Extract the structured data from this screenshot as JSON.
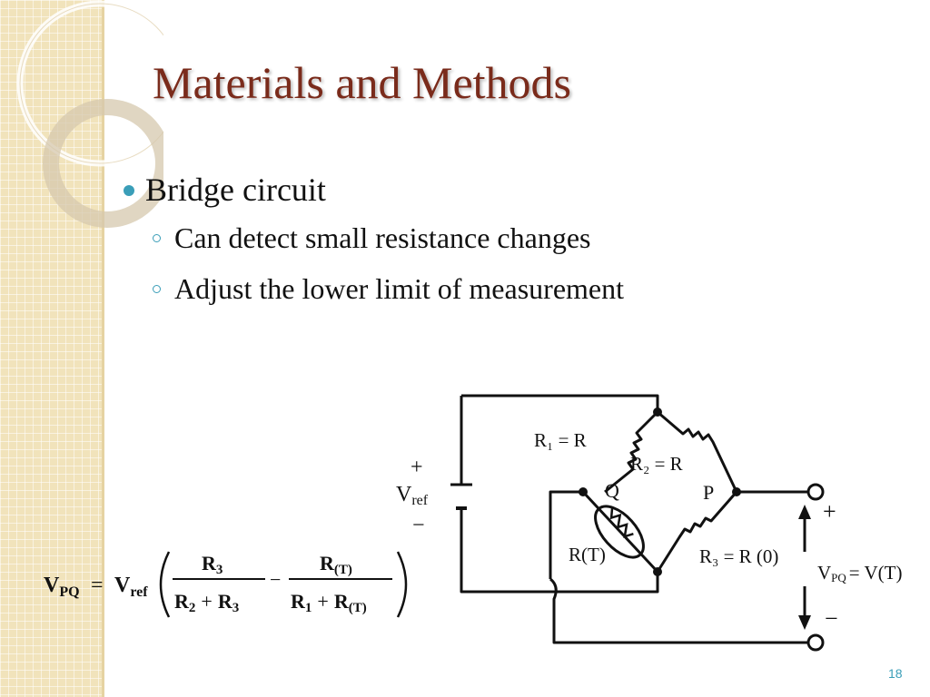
{
  "slide": {
    "title": "Materials and Methods",
    "bullets": [
      {
        "text": "Bridge circuit",
        "sub": [
          "Can detect small resistance changes",
          "Adjust the lower limit of measurement"
        ]
      }
    ],
    "page_number": "18"
  },
  "circuit": {
    "plus_ref": "+",
    "vref_main": "V",
    "vref_sub": "ref",
    "minus_ref": "−",
    "r1_label": "R₁ = R",
    "r2_label": "R₂ = R",
    "r3_label": "R₃ = R (0)",
    "rt_label": "R(T)",
    "node_q": "Q",
    "node_p": "P",
    "out_plus": "+",
    "out_minus": "−",
    "vpq_main": "V",
    "vpq_sub": "PQ",
    "vpq_rhs": "= V(T)"
  },
  "formula": {
    "lhs_main": "V",
    "lhs_sub": "PQ",
    "equals": "=",
    "vref_main": "V",
    "vref_sub": "ref",
    "frac1_num_main": "R",
    "frac1_num_sub": "3",
    "frac1_den_a_main": "R",
    "frac1_den_a_sub": "2",
    "frac1_den_plus": "+",
    "frac1_den_b_main": "R",
    "frac1_den_b_sub": "3",
    "minus": "−",
    "frac2_num_main": "R",
    "frac2_num_sub": "(T)",
    "frac2_den_a_main": "R",
    "frac2_den_a_sub": "1",
    "frac2_den_plus": "+",
    "frac2_den_b_main": "R",
    "frac2_den_b_sub": "(T)"
  },
  "colors": {
    "title": "#7a2b1b",
    "bullet_accent": "#3a9eb8",
    "sidebar": "#f1e3bb"
  }
}
